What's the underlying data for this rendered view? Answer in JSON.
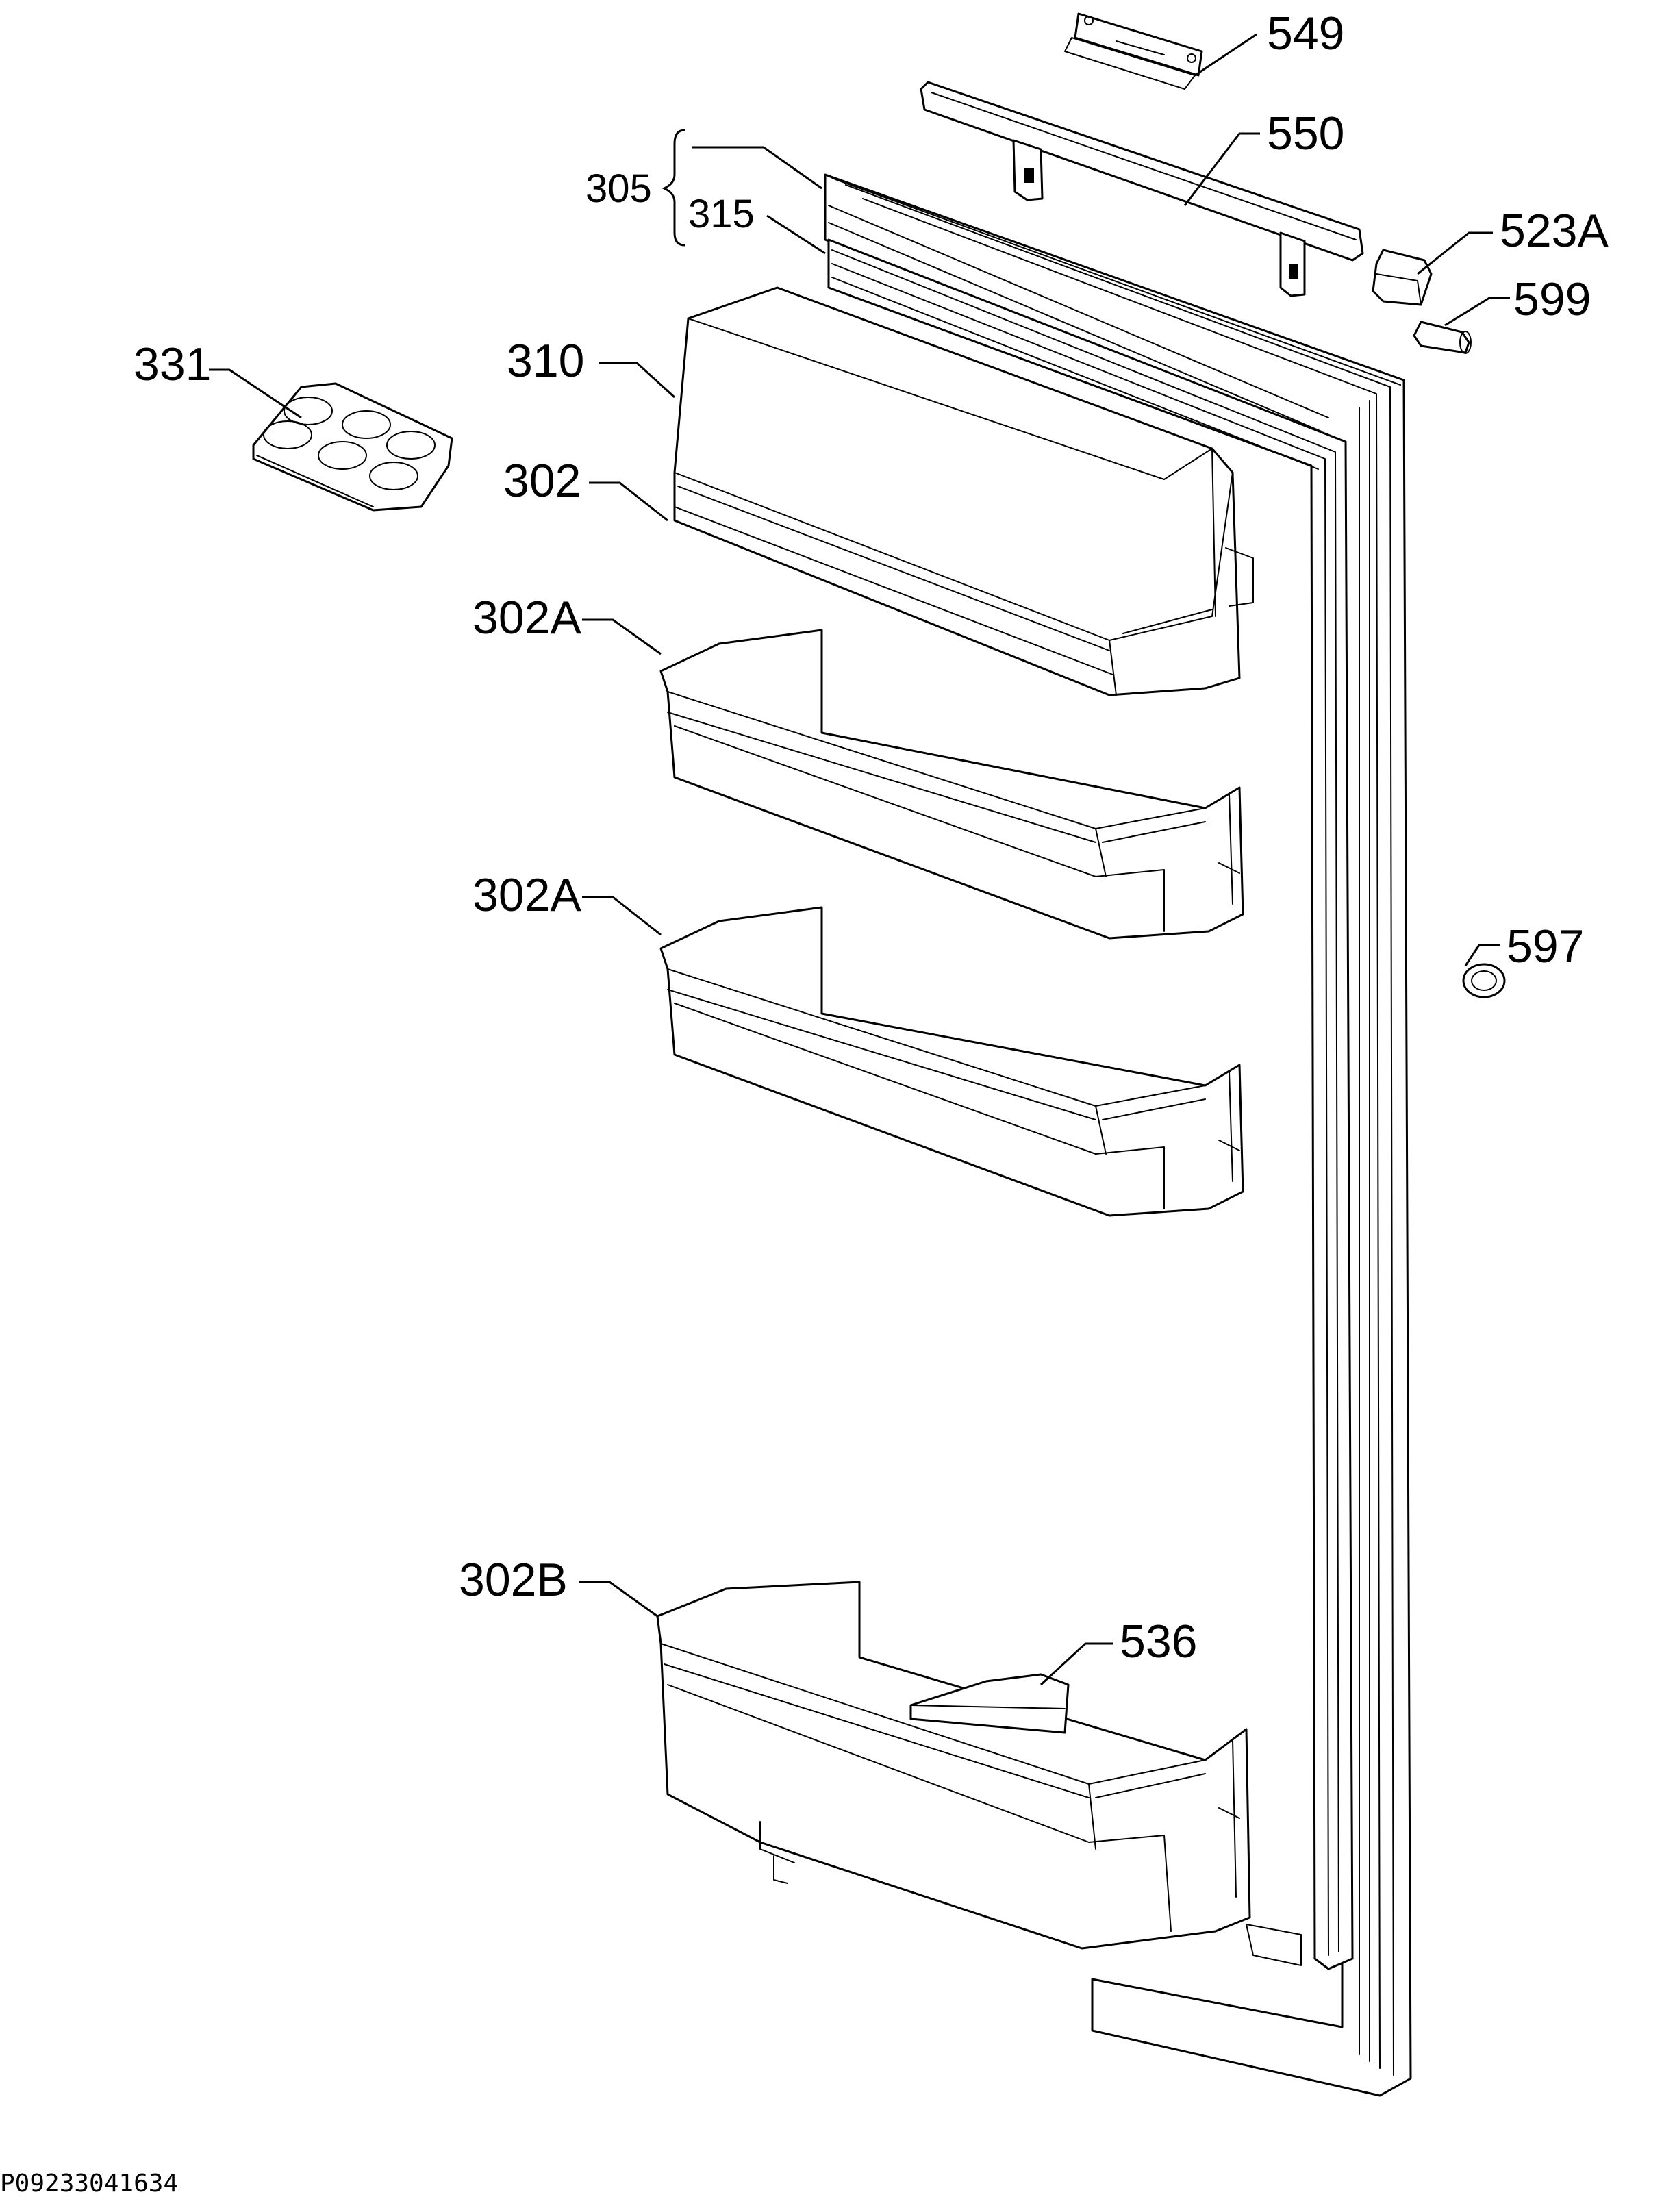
{
  "labels": {
    "l549": "549",
    "l550": "550",
    "l305": "305",
    "l315": "315",
    "l523A": "523A",
    "l599": "599",
    "l331": "331",
    "l310": "310",
    "l302": "302",
    "l302A_1": "302A",
    "l302A_2": "302A",
    "l597": "597",
    "l302B": "302B",
    "l536": "536"
  },
  "drawing_code": "P09233041634"
}
